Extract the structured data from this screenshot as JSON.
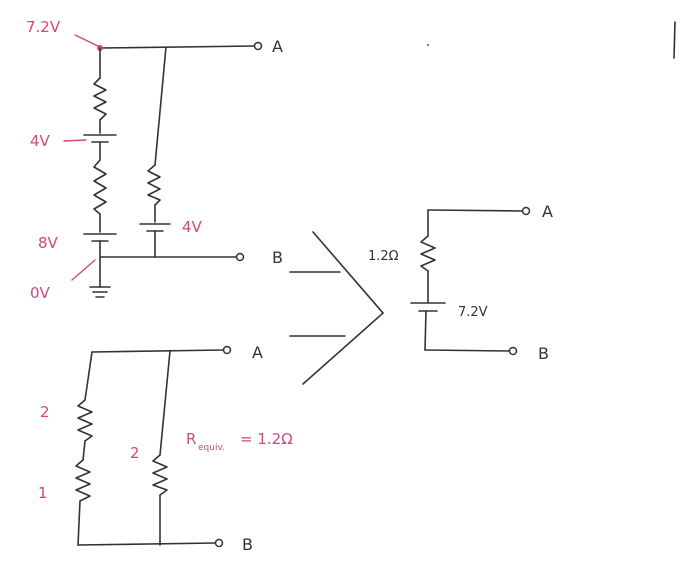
{
  "colors": {
    "ink": "#333333",
    "annotation": "#d8457a",
    "background": "#ffffff"
  },
  "circuit_left": {
    "v_top": "7.2V",
    "v_mid_upper": "4V",
    "v_mid_lower": "8V",
    "v_ground": "0V",
    "v_right_branch": "4V",
    "terminal_a": "A",
    "terminal_b": "B"
  },
  "circuit_bottom": {
    "r_top": "2",
    "r_bottom": "1",
    "r_right": "2",
    "terminal_a": "A",
    "terminal_b": "B",
    "req_symbol": "R",
    "req_subscript": "equiv.",
    "req_value": "= 1.2Ω"
  },
  "thevenin": {
    "resistance": "1.2Ω",
    "voltage": "7.2V",
    "terminal_a": "A",
    "terminal_b": "B"
  }
}
